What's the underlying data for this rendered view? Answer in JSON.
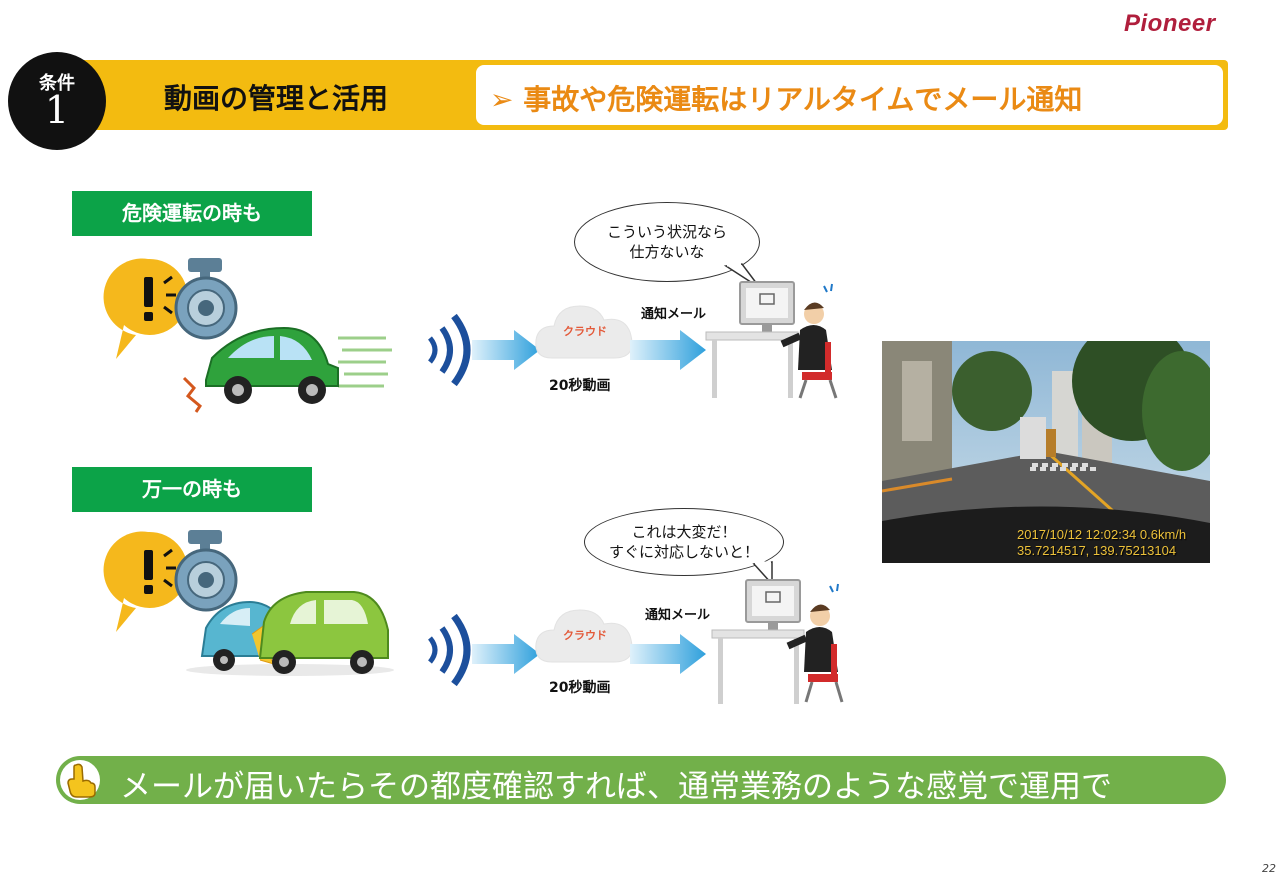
{
  "brand": {
    "logo": "Pioneer"
  },
  "header": {
    "condition_label": "条件",
    "condition_number": "1",
    "title": "動画の管理と活用",
    "subtitle": "➢ 事故や危険運転はリアルタイムでメール通知"
  },
  "scenarios": [
    {
      "label": "危険運転の時も",
      "cloud_label": "クラウド",
      "mail_label": "通知メール",
      "video_label": "20秒動画",
      "speech_line1": "こういう状況なら",
      "speech_line2": "仕方ないな"
    },
    {
      "label": "万一の時も",
      "cloud_label": "クラウド",
      "mail_label": "通知メール",
      "video_label": "20秒動画",
      "speech_line1": "これは大変だ！",
      "speech_line2": "すぐに対応しないと！"
    }
  ],
  "dashcam": {
    "timestamp_line1": "2017/10/12 12:02:34 0.6km/h",
    "timestamp_line2": "35.7214517, 139.75213104"
  },
  "footer": {
    "message": "メールが届いたらその都度確認すれば、通常業務のような感覚で運用で"
  },
  "page_number": "22",
  "icons": {
    "badge": "exclamation-bubble-icon",
    "camera": "dashcam-icon",
    "signal": "wireless-signal-icon",
    "hand": "pointing-hand-icon"
  },
  "colors": {
    "accent_yellow": "#f3bb10",
    "accent_orange": "#ea8a14",
    "label_green": "#0ca348",
    "footer_green": "#72b04a",
    "brand_red": "#b01e3c"
  }
}
